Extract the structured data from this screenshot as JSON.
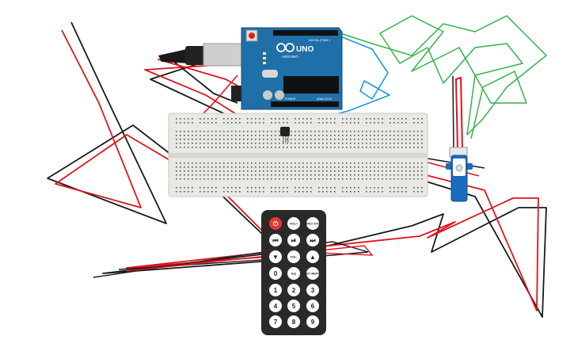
{
  "arduino": {
    "logo_text": "ARDUINO",
    "model": "UNO",
    "digital_label": "DIGITAL (PWM~)",
    "power_label": "POWER",
    "analog_label": "ANALOG IN",
    "board_color": "#1f6fa8"
  },
  "remote": {
    "rows": [
      [
        {
          "label": "⏻",
          "style": "power"
        },
        {
          "label": "VOL+",
          "style": "small"
        },
        {
          "label": "FUNC/ STOP",
          "style": "small"
        }
      ],
      [
        {
          "label": "⏮",
          "style": "normal"
        },
        {
          "label": "⏯",
          "style": "normal"
        },
        {
          "label": "⏭",
          "style": "normal"
        }
      ],
      [
        {
          "label": "▼",
          "style": "normal"
        },
        {
          "label": "VOL-",
          "style": "small"
        },
        {
          "label": "▲",
          "style": "normal"
        }
      ],
      [
        {
          "label": "0",
          "style": "normal"
        },
        {
          "label": "EQ",
          "style": "small"
        },
        {
          "label": "ST/ REPT",
          "style": "small"
        }
      ],
      [
        {
          "label": "1",
          "style": "normal"
        },
        {
          "label": "2",
          "style": "normal"
        },
        {
          "label": "3",
          "style": "normal"
        }
      ],
      [
        {
          "label": "4",
          "style": "normal"
        },
        {
          "label": "5",
          "style": "normal"
        },
        {
          "label": "6",
          "style": "normal"
        }
      ],
      [
        {
          "label": "7",
          "style": "normal"
        },
        {
          "label": "8",
          "style": "normal"
        },
        {
          "label": "9",
          "style": "normal"
        }
      ]
    ]
  },
  "colors": {
    "wire_red": "#e0141e",
    "wire_black": "#1a1a1a",
    "wire_green": "#34b24a",
    "wire_blue": "#1e9ad6",
    "breadboard": "#e8e8e4",
    "servo_blue": "#1b6cc0",
    "remote_body": "#2a2a2a",
    "power_button": "#e53935"
  }
}
